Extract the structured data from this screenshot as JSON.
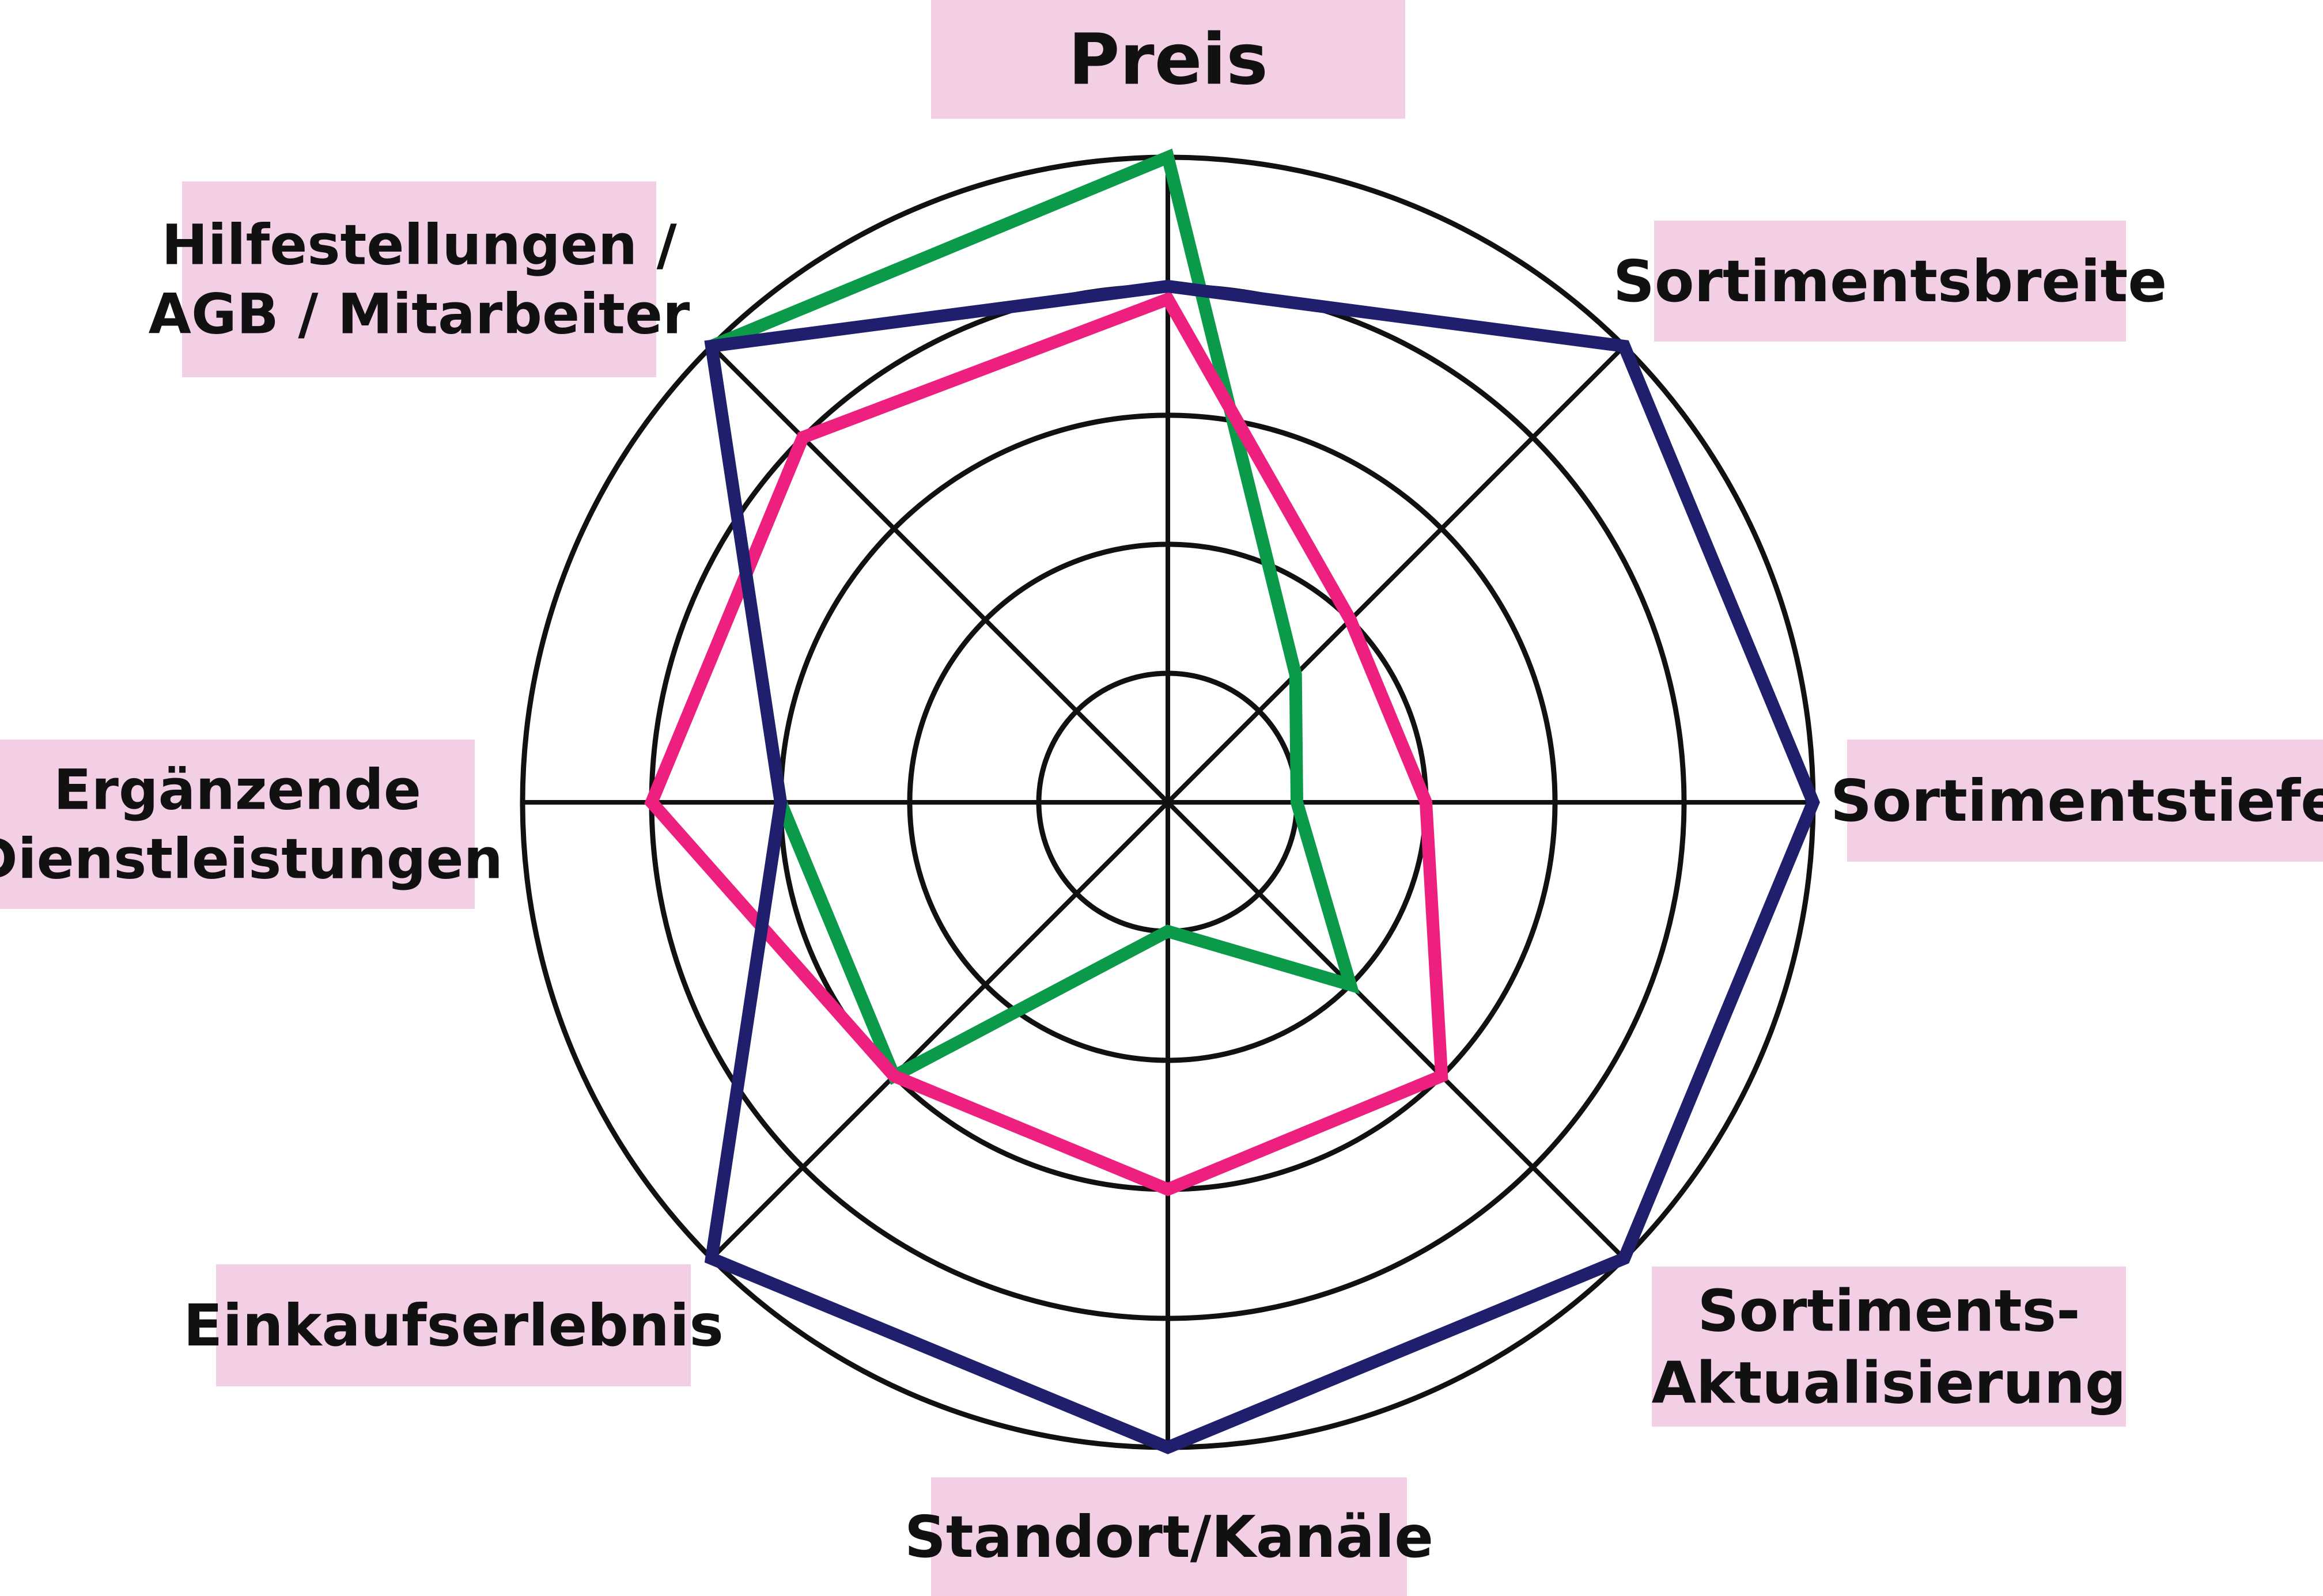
{
  "chart_data": {
    "type": "radar",
    "axes": [
      "Preis",
      "Sortimentsbreite",
      "Sortimentstiefe",
      "Sortiments-\nAktualisierung",
      "Standort/Kanäle",
      "Einkaufserlebnis",
      "Ergänzende\nDienstleistungen",
      "Hilfestellungen /\nAGB / Mitarbeiter"
    ],
    "rmax": 5,
    "rings": [
      1,
      2,
      3,
      4,
      5
    ],
    "series": [
      {
        "color": "#0a9a4a",
        "values": [
          5,
          1.4,
          1.0,
          2.0,
          1.0,
          3.0,
          3.0,
          5.0
        ]
      },
      {
        "color": "#ee207f",
        "values": [
          3.9,
          2.0,
          2.0,
          3.0,
          3.0,
          3.0,
          4.0,
          4.0
        ]
      },
      {
        "color": "#1f1f6e",
        "values": [
          4.0,
          5.0,
          5.0,
          5.0,
          5.0,
          5.0,
          3.0,
          5.0
        ]
      }
    ],
    "grid": true,
    "label_background": "#f3cfe6"
  }
}
